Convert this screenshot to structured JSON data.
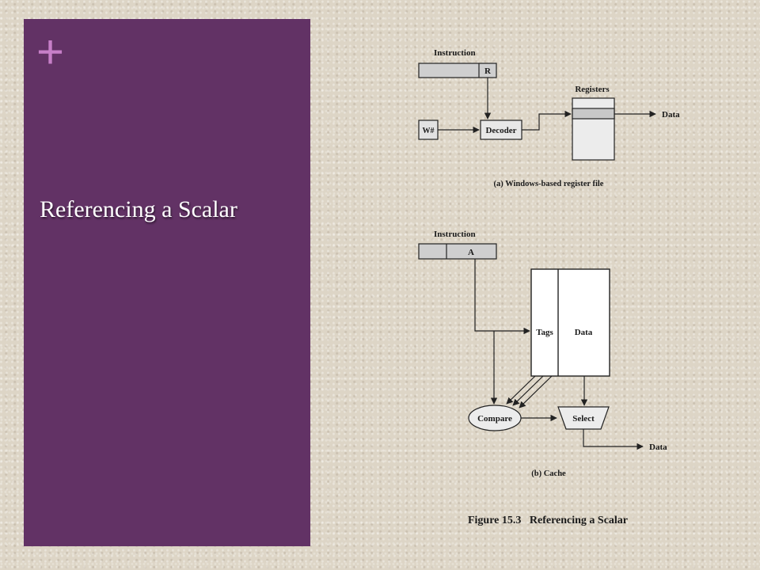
{
  "slide": {
    "plus_symbol": "+",
    "title": "Referencing a Scalar",
    "colors": {
      "panel": "#623265",
      "accent": "#c77fc8",
      "background": "#ddd5c6"
    }
  },
  "diagram_a": {
    "instruction_label": "Instruction",
    "field_r": "R",
    "window_input": "W#",
    "decoder": "Decoder",
    "registers_label": "Registers",
    "output": "Data",
    "caption": "(a) Windows-based register file"
  },
  "diagram_b": {
    "instruction_label": "Instruction",
    "field_a": "A",
    "tags": "Tags",
    "data": "Data",
    "compare": "Compare",
    "select": "Select",
    "output": "Data",
    "caption": "(b) Cache"
  },
  "figure_caption": "Figure 15.3   Referencing a Scalar"
}
